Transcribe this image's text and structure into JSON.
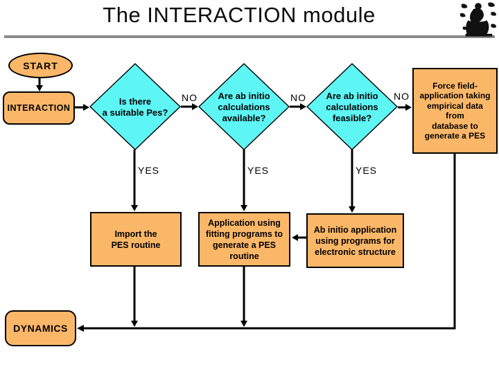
{
  "header": {
    "title": "The INTERACTION module"
  },
  "icons": {
    "emblem": "classical-figure-emblem"
  },
  "colors": {
    "node_fill": "#FBB768",
    "decision_fill": "#5EF5F5",
    "connector": "#000000",
    "divider": "#8A8A8A"
  },
  "nodes": {
    "start": {
      "label": "START"
    },
    "interaction": {
      "label": "INTERACTION"
    },
    "decision_suitable_pes": {
      "text": "Is there\na suitable Pes?"
    },
    "decision_calcs_available": {
      "text": "Are ab initio\ncalculations\navailable?"
    },
    "decision_calcs_feasible": {
      "text": "Are ab initio\ncalculations\nfeasible?"
    },
    "force_field": {
      "text": "Force field-\napplication taking\nempirical data\nfrom\ndatabase to\ngenerate a PES"
    },
    "import_pes": {
      "text": "Import the\nPES routine"
    },
    "fitting_programs": {
      "text": "Application using\nfitting programs to\ngenerate a PES\nroutine"
    },
    "ab_initio_app": {
      "text": "Ab initio application\nusing programs for\nelectronic structure"
    },
    "dynamics": {
      "label": "DYNAMICS"
    }
  },
  "edge_labels": {
    "no_1": "NO",
    "no_2": "NO",
    "no_3": "NO",
    "yes_1": "YES",
    "yes_2": "YES",
    "yes_3": "YES"
  }
}
